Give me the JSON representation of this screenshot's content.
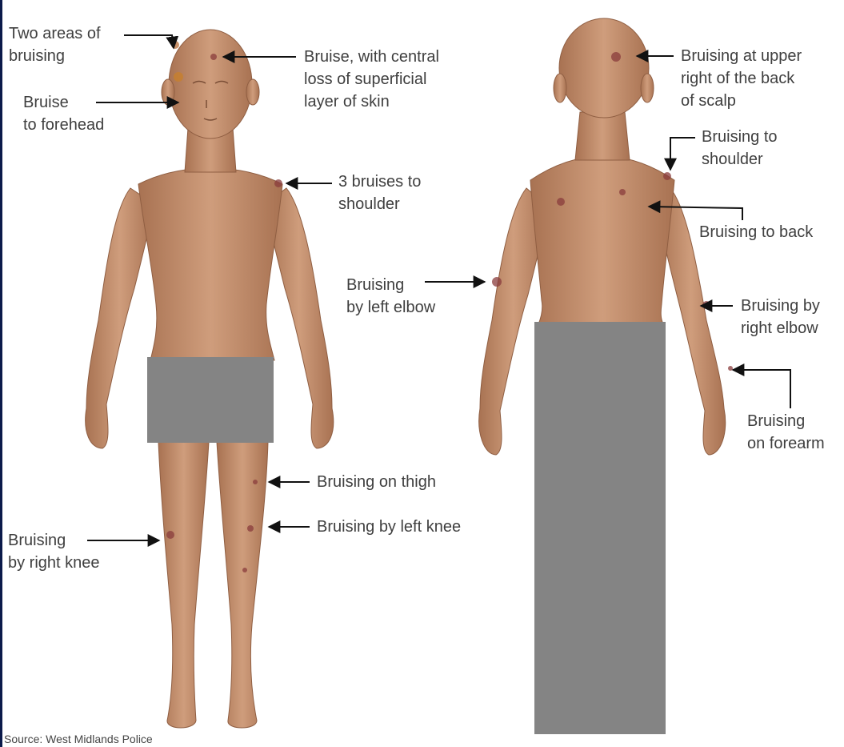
{
  "colors": {
    "skin": "#c4906f",
    "skin_dark": "#a87252",
    "bruise": "#8a3c3c",
    "censor": "#848484",
    "text": "#3f3f3f",
    "frame": "#0b1a4a"
  },
  "labels": {
    "two_areas": "Two areas of\nbruising",
    "bruise_central": "Bruise, with central\nloss of  superficial\nlayer of skin",
    "bruise_forehead": "Bruise\nto forehead",
    "three_bruises": "3 bruises to\nshoulder",
    "left_elbow": "Bruising\nby left elbow",
    "thigh": "Bruising on thigh",
    "left_knee": "Bruising by left knee",
    "right_knee": "Bruising\nby right knee",
    "upper_scalp": "Bruising at  upper\nright of the back\nof scalp",
    "back_shoulder": "Bruising to\nshoulder",
    "back": "Bruising to  back",
    "right_elbow": "Bruising by\nright elbow",
    "forearm": "Bruising\non forearm"
  },
  "source": "Source: West Midlands Police"
}
